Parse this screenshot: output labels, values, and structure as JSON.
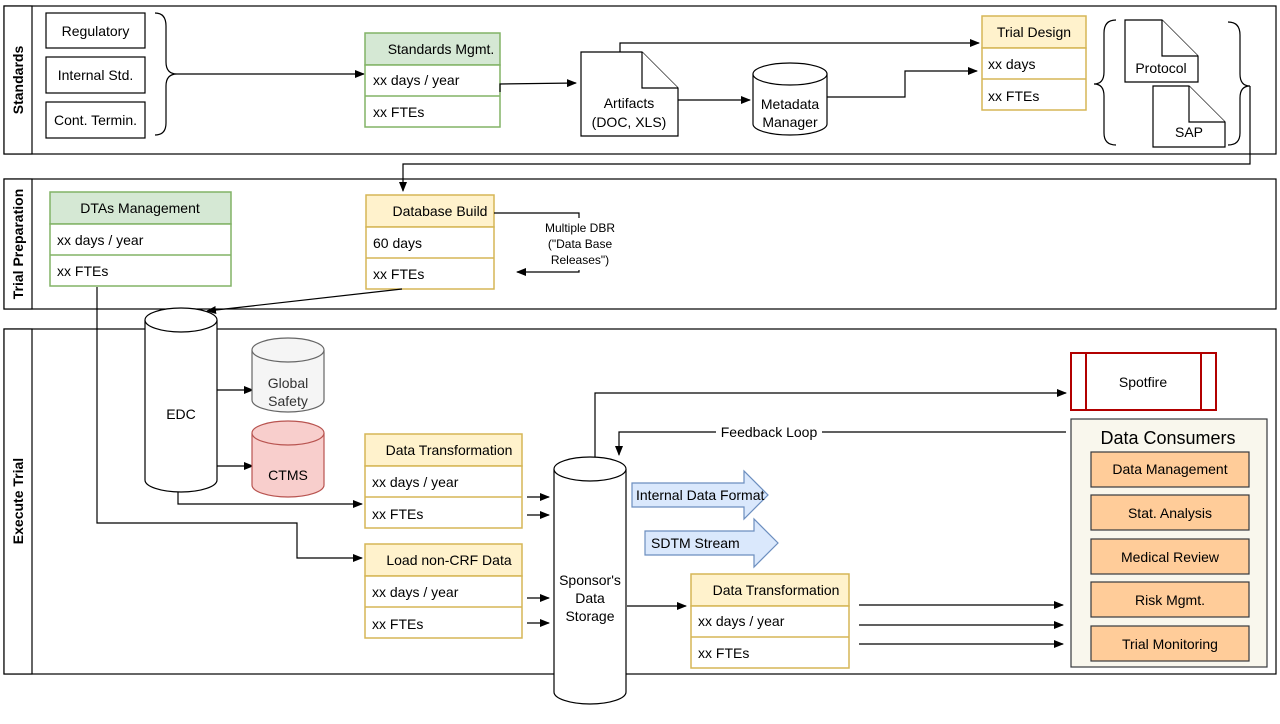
{
  "lanes": {
    "standards": "Standards",
    "trial_preparation": "Trial Preparation",
    "execute_trial": "Execute Trial"
  },
  "standards": {
    "inputs": [
      "Regulatory",
      "Internal Std.",
      "Cont. Termin."
    ],
    "mgmt": {
      "title": "Standards Mgmt.",
      "line1": "xx days / year",
      "line2": "xx FTEs"
    },
    "artifacts": {
      "line1": "Artifacts",
      "line2": "(DOC, XLS)"
    },
    "metadata": {
      "line1": "Metadata",
      "line2": "Manager"
    },
    "trial_design": {
      "title": "Trial Design",
      "line1": "xx days",
      "line2": "xx FTEs"
    },
    "protocol": "Protocol",
    "sap": "SAP"
  },
  "preparation": {
    "dtas": {
      "title": "DTAs Management",
      "line1": "xx days / year",
      "line2": "xx FTEs"
    },
    "db_build": {
      "title": "Database Build",
      "line1": "60 days",
      "line2": "xx FTEs"
    },
    "dbr_note": {
      "line1": "Multiple DBR",
      "line2": "(\"Data Base",
      "line3": "Releases\")"
    }
  },
  "execute": {
    "edc": "EDC",
    "global_safety": {
      "line1": "Global",
      "line2": "Safety"
    },
    "ctms": "CTMS",
    "data_transformation_1": {
      "title": "Data Transformation",
      "line1": "xx days / year",
      "line2": "xx FTEs"
    },
    "load_non_crf": {
      "title": "Load non-CRF Data",
      "line1": "xx days / year",
      "line2": "xx FTEs"
    },
    "storage": {
      "line1": "Sponsor's",
      "line2": "Data",
      "line3": "Storage"
    },
    "internal_format": "Internal Data Format",
    "sdtm_stream": "SDTM Stream",
    "data_transformation_2": {
      "title": "Data Transformation",
      "line1": "xx days / year",
      "line2": "xx FTEs"
    },
    "spotfire": "Spotfire",
    "feedback_loop": "Feedback Loop",
    "consumers": {
      "title": "Data Consumers",
      "items": [
        "Data Management",
        "Stat. Analysis",
        "Medical Review",
        "Risk Mgmt.",
        "Trial Monitoring"
      ]
    }
  },
  "colors": {
    "green_header": "#d5e8d4",
    "yellow_header": "#fff2cc",
    "gray_cylinder": "#f5f5f5",
    "red_cylinder": "#f8cecc",
    "blue_arrow": "#dae8fc",
    "orange_item": "#ffcc99",
    "spotfire_border": "#b20000"
  }
}
